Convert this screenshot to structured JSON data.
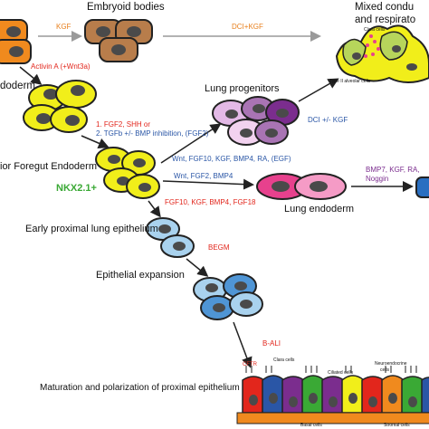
{
  "stages": {
    "embryoid_bodies": "Embryoid bodies",
    "definitive_endoderm": "doderm",
    "lung_progenitors": "Lung progenitors",
    "anterior_foregut": "ior Foregut Endoderm",
    "nkx": "NKX2.1+",
    "early_proximal": "Early proximal lung epithelium",
    "lung_endoderm": "Lung endoderm",
    "epithelial_expansion": "Epithelial expansion",
    "maturation": "Maturation and polarization of proximal epithelium",
    "mixed_line1": "Mixed condu",
    "mixed_line2": "and respirato"
  },
  "factors": {
    "kgf": "KGF",
    "dci_kgf": "DCI+KGF",
    "activin": "Activin A (+Wnt3a)",
    "step1": "1. FGF2, SHH or",
    "step2": "2. TGFb +/- BMP inhibition, (FGF2)",
    "dci_pm_kgf": "DCI +/- KGF",
    "wnt_list": "Wnt, FGF10, KGF, BMP4, RA, (EGF)",
    "wnt_fgf2": "Wnt, FGF2, BMP4",
    "fgf10_list": "FGF10, KGF, BMP4, FGF18",
    "bmp7_line1": "BMP7, KGF, RA,",
    "bmp7_line2": "Noggin",
    "begm": "BEGM",
    "bali": "B-ALI"
  },
  "cell_labels": {
    "clara": "Clara cells",
    "type2": "Type II alveolar cells",
    "clara2": "Clara cells",
    "ciliated": "Ciliated cells",
    "neuroendocrine_1": "Neuroendocrine",
    "neuroendocrine_2": "cells",
    "cftr": "CFTR",
    "basal": "Basal cells",
    "stromal": "Stromal cells"
  },
  "colors": {
    "orange_cell": "#f08a1e",
    "brown_cell": "#b87d4b",
    "yellow_cell": "#f1ee1a",
    "light_blue_cell": "#a9d2ee",
    "blue_cell": "#4f95d5",
    "purple_cell": "#a974b4",
    "pink_cell": "#e7418d",
    "nucleus": "#4a4a4a",
    "arrow": "#222222",
    "gray_arrow": "#9a9a9a"
  }
}
